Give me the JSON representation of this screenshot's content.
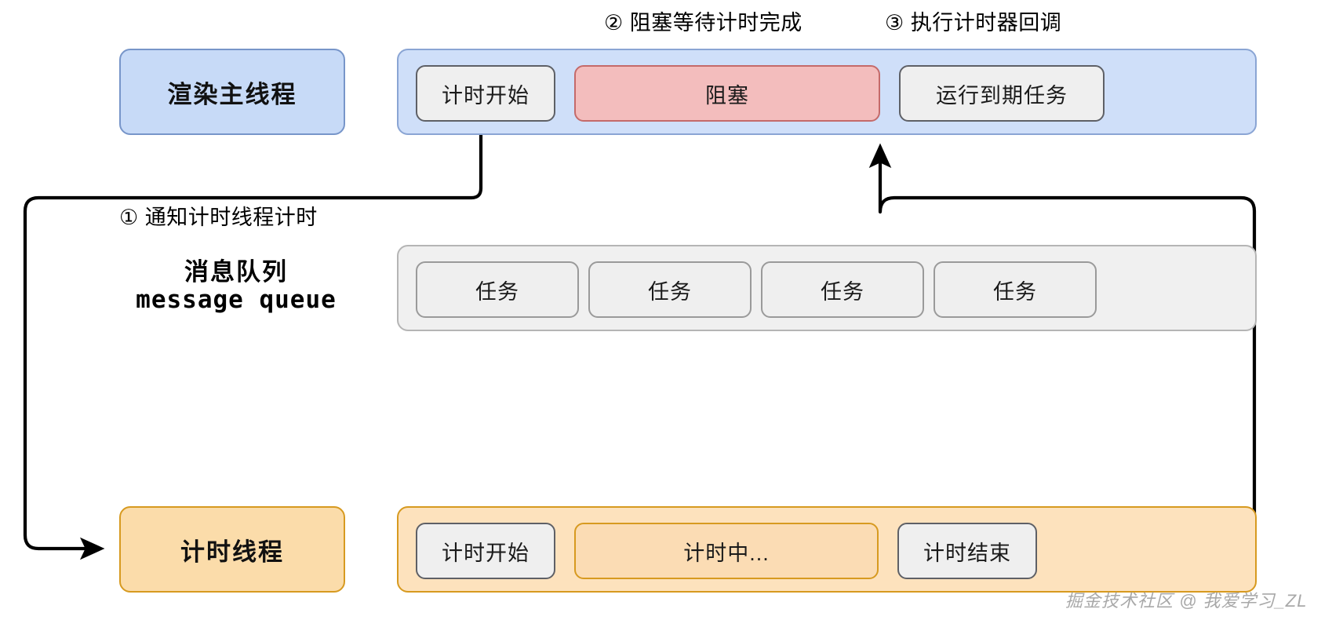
{
  "diagram": {
    "title_steps": [
      {
        "id": "step1",
        "label": "① 通知计时线程计时"
      },
      {
        "id": "step2",
        "label": "② 阻塞等待计时完成"
      },
      {
        "id": "step3",
        "label": "③ 执行计时器回调"
      }
    ],
    "lanes": [
      {
        "id": "main-thread",
        "label": "渲染主线程",
        "blocks": [
          {
            "id": "timing-start",
            "label": "计时开始",
            "style": "grey"
          },
          {
            "id": "blocked",
            "label": "阻塞",
            "style": "red"
          },
          {
            "id": "run-due-task",
            "label": "运行到期任务",
            "style": "grey"
          }
        ]
      },
      {
        "id": "message-queue",
        "label_cn": "消息队列",
        "label_en": "message queue",
        "blocks": [
          {
            "id": "task-1",
            "label": "任务",
            "style": "grey-soft"
          },
          {
            "id": "task-2",
            "label": "任务",
            "style": "grey-soft"
          },
          {
            "id": "task-3",
            "label": "任务",
            "style": "grey-soft"
          },
          {
            "id": "task-4",
            "label": "任务",
            "style": "grey-soft"
          }
        ]
      },
      {
        "id": "timer-thread",
        "label": "计时线程",
        "blocks": [
          {
            "id": "timer-start",
            "label": "计时开始",
            "style": "grey"
          },
          {
            "id": "timing",
            "label": "计时中...",
            "style": "orange"
          },
          {
            "id": "timer-end",
            "label": "计时结束",
            "style": "grey"
          }
        ]
      }
    ],
    "watermark": "掘金技术社区 @ 我爱学习_ZL",
    "colors": {
      "main_lane_fill": "#cfdff9",
      "main_lane_stroke": "#8aa5d4",
      "main_label_fill": "#c7daf7",
      "blocked_fill": "#f3bdbd",
      "blocked_stroke": "#c46a6a",
      "queue_fill": "#f0f0f0",
      "queue_stroke": "#b5b5b5",
      "timer_fill": "#fde2bd",
      "timer_stroke": "#d79a20",
      "block_grey_fill": "#efefef",
      "arrow_stroke": "#000000"
    }
  }
}
